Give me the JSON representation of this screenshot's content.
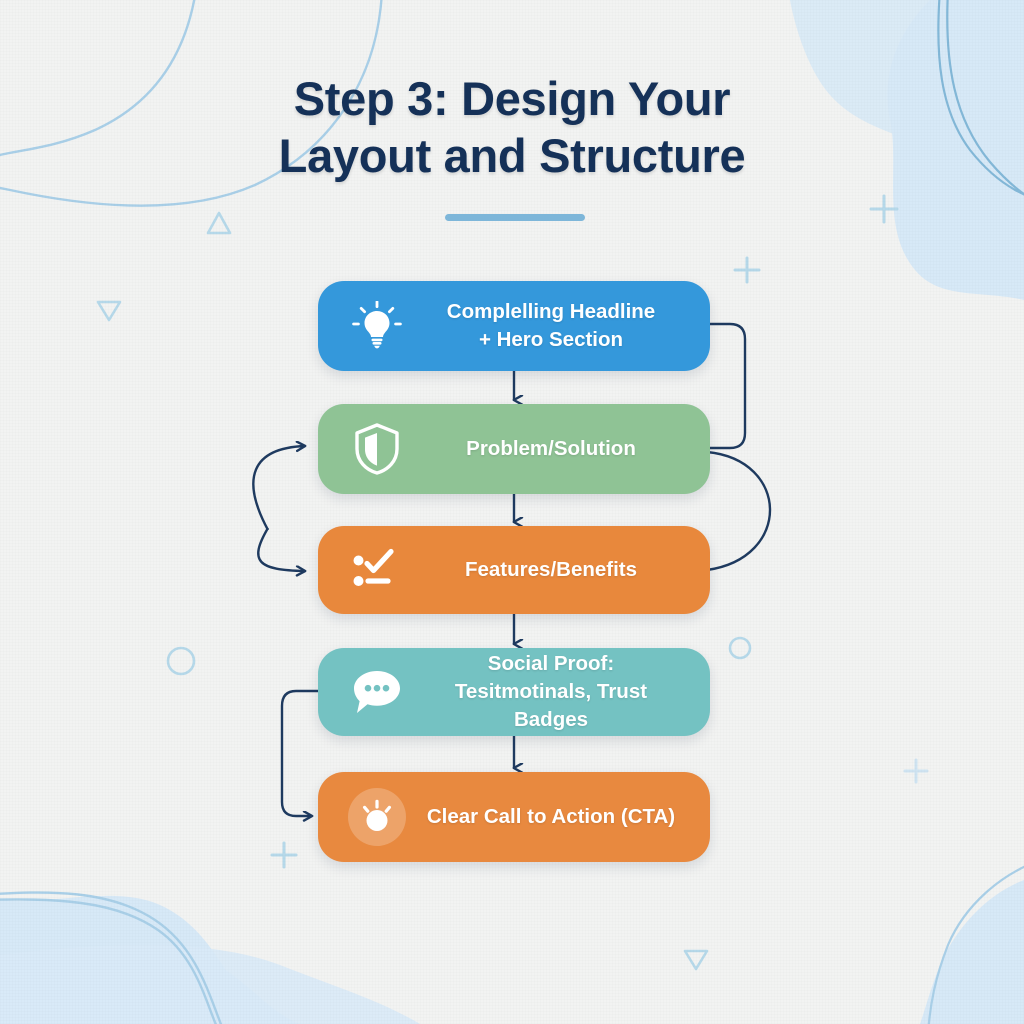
{
  "page": {
    "background_color": "#f2f3f2",
    "accent_color": "#7db6d9",
    "title_color": "#153158",
    "connector_color": "#1e3a5f"
  },
  "header": {
    "title_line1": "Step 3: Design Your",
    "title_line2": "Layout and Structure",
    "accent_bar": "accent-underline"
  },
  "flow": {
    "nodes": [
      {
        "id": "headline-hero",
        "label_line1": "Complelling Headline",
        "label_line2": "+ Hero Section",
        "icon": "lightbulb-icon",
        "color": "#3498db"
      },
      {
        "id": "problem-solution",
        "label_line1": "Problem/Solution",
        "label_line2": "",
        "icon": "shield-icon",
        "color": "#8fc395"
      },
      {
        "id": "features-benefits",
        "label_line1": "Features/Benefits",
        "label_line2": "",
        "icon": "checklist-icon",
        "color": "#e8883c"
      },
      {
        "id": "social-proof",
        "label_line1": "Social Proof:",
        "label_line2": "Tesitmotinals, Trust Badges",
        "icon": "chat-bubble-icon",
        "color": "#74c2c2"
      },
      {
        "id": "call-to-action",
        "label_line1": "Clear Call to Action (CTA)",
        "label_line2": "",
        "icon": "click-cursor-icon",
        "color": "#e8893f"
      }
    ],
    "connectors": [
      {
        "id": "arrow-headline-to-problem",
        "type": "vertical-arrow"
      },
      {
        "id": "arrow-problem-to-features",
        "type": "vertical-arrow"
      },
      {
        "id": "arrow-features-to-social",
        "type": "vertical-arrow"
      },
      {
        "id": "arrow-social-to-cta",
        "type": "vertical-arrow"
      },
      {
        "id": "loop-right-headline-to-problem",
        "type": "rounded-right-loop"
      },
      {
        "id": "loop-right-problem-to-features",
        "type": "arc-right-loop"
      },
      {
        "id": "loop-left-problem-arrow",
        "type": "arc-left-loop"
      },
      {
        "id": "loop-left-social-to-cta",
        "type": "rounded-left-loop"
      }
    ]
  },
  "decor": {
    "blob_color_fill": "#d6e8f6",
    "blob_color_stroke": "#a8cde5",
    "marks": [
      {
        "id": "triangle-top-left",
        "shape": "triangle"
      },
      {
        "id": "triangle-up-left",
        "shape": "triangle-down"
      },
      {
        "id": "circle-left-mid",
        "shape": "circle"
      },
      {
        "id": "circle-right-mid",
        "shape": "circle"
      },
      {
        "id": "plus-top-right",
        "shape": "plus"
      },
      {
        "id": "plus-right-upper",
        "shape": "plus"
      },
      {
        "id": "plus-bottom-left",
        "shape": "plus"
      },
      {
        "id": "triangle-bottom-right",
        "shape": "triangle-down"
      }
    ]
  }
}
